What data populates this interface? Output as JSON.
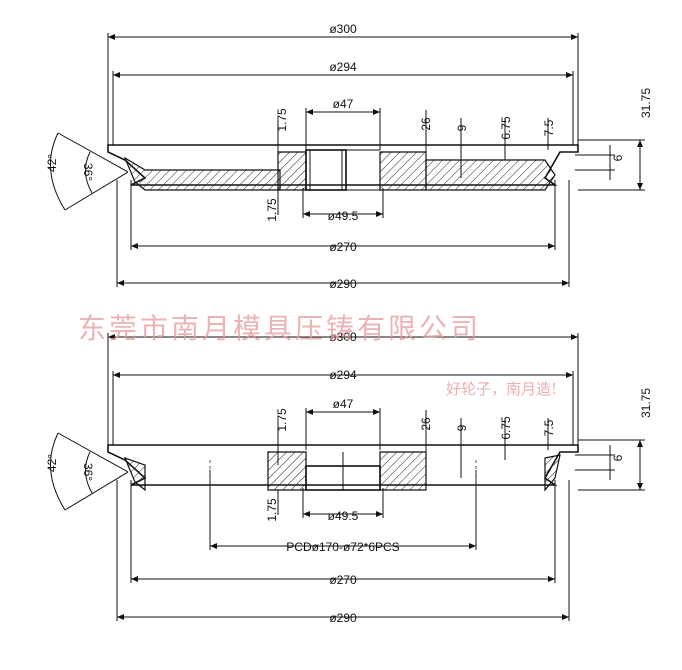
{
  "top_view": {
    "dims": {
      "d300": "ø300",
      "d294": "ø294",
      "d47": "ø47",
      "d49_5": "ø49.5",
      "d270": "ø270",
      "d290": "ø290",
      "t1_75_top": "1.75",
      "t1_75_bottom": "1.75",
      "h26": "26",
      "h9": "9",
      "h6_75": "6.75",
      "h7_5": "7.5",
      "h31_75": "31.75",
      "h6": "6",
      "angle42": "42°",
      "angle36": "36°"
    }
  },
  "bottom_view": {
    "dims": {
      "d300": "ø300",
      "d294": "ø294",
      "d47": "ø47",
      "d49_5": "ø49.5",
      "d270": "ø270",
      "d290": "ø290",
      "t1_75_top": "1.75",
      "t1_75_bottom": "1.75",
      "h26": "26",
      "h9": "9",
      "h6_75": "6.75",
      "h7_5": "7.5",
      "h31_75": "31.75",
      "h6": "6",
      "angle42": "42°",
      "angle36": "36°"
    },
    "pcd": "PCDø170-ø72*6PCS"
  },
  "watermark": {
    "company": "东莞市南月模具压铸有限公司",
    "slogan": "好轮子，南月造!",
    "color": "#e79a9a"
  }
}
